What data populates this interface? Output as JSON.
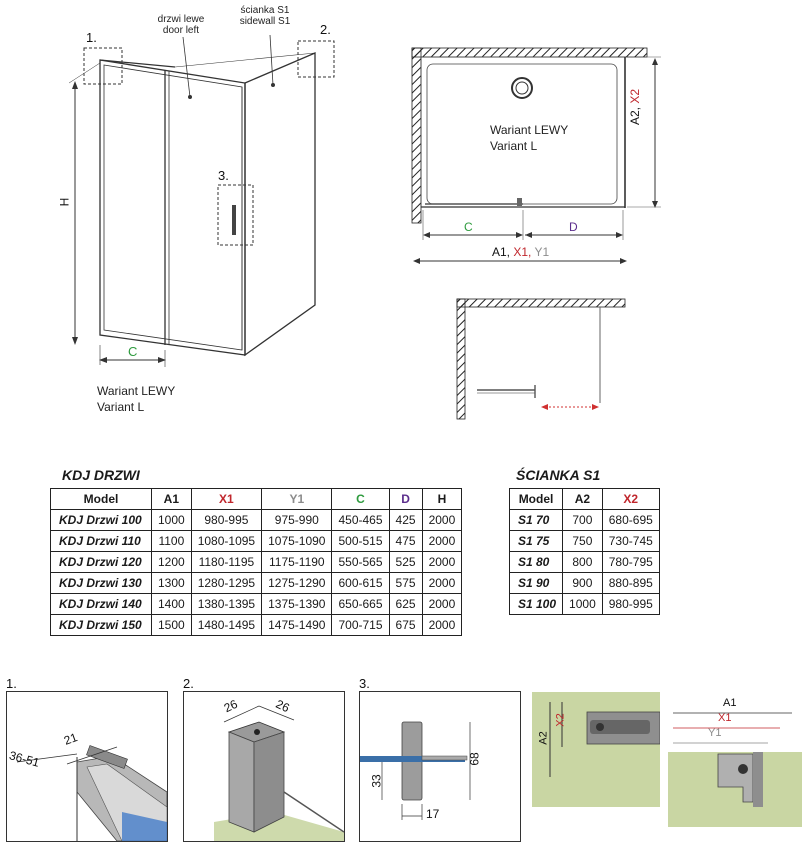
{
  "colors": {
    "c_green": "#2e9b3e",
    "d_purple": "#5b2d8c",
    "x_red": "#c0262c",
    "y_gray": "#8c8c8c",
    "wall_hatch": "#222222",
    "green_fill": "#c9d6a3",
    "dim_red_arrow": "#d03030"
  },
  "top_left": {
    "label_door": "drzwi lewe",
    "label_door_en": "door left",
    "label_sidewall": "ścianka S1",
    "label_sidewall_en": "sidewall S1",
    "marker_1": "1.",
    "marker_2": "2.",
    "marker_3": "3.",
    "dim_h": "H",
    "dim_c": "C",
    "variant_pl": "Wariant LEWY",
    "variant_en": "Variant L"
  },
  "top_right": {
    "variant_pl": "Wariant LEWY",
    "variant_en": "Variant L",
    "dim_c": "C",
    "dim_d": "D",
    "dim_a1": "A1,",
    "dim_x1": "X1,",
    "dim_y1": "Y1",
    "dim_a2": "A2,",
    "dim_x2": "X2"
  },
  "table_drzwi": {
    "title": "KDJ DRZWI",
    "headers": [
      "Model",
      "A1",
      "X1",
      "Y1",
      "C",
      "D",
      "H"
    ],
    "rows": [
      [
        "KDJ Drzwi 100",
        "1000",
        "980-995",
        "975-990",
        "450-465",
        "425",
        "2000"
      ],
      [
        "KDJ Drzwi 110",
        "1100",
        "1080-1095",
        "1075-1090",
        "500-515",
        "475",
        "2000"
      ],
      [
        "KDJ Drzwi 120",
        "1200",
        "1180-1195",
        "1175-1190",
        "550-565",
        "525",
        "2000"
      ],
      [
        "KDJ Drzwi 130",
        "1300",
        "1280-1295",
        "1275-1290",
        "600-615",
        "575",
        "2000"
      ],
      [
        "KDJ Drzwi 140",
        "1400",
        "1380-1395",
        "1375-1390",
        "650-665",
        "625",
        "2000"
      ],
      [
        "KDJ Drzwi 150",
        "1500",
        "1480-1495",
        "1475-1490",
        "700-715",
        "675",
        "2000"
      ]
    ]
  },
  "table_scianka": {
    "title": "ŚCIANKA S1",
    "headers": [
      "Model",
      "A2",
      "X2"
    ],
    "rows": [
      [
        "S1 70",
        "700",
        "680-695"
      ],
      [
        "S1 75",
        "750",
        "730-745"
      ],
      [
        "S1 80",
        "800",
        "780-795"
      ],
      [
        "S1 90",
        "900",
        "880-895"
      ],
      [
        "S1 100",
        "1000",
        "980-995"
      ]
    ]
  },
  "details": {
    "d1_label": "1.",
    "d1_dim_a": "21",
    "d1_dim_b": "36-51",
    "d2_label": "2.",
    "d2_dim_a": "26",
    "d2_dim_b": "26",
    "d3_label": "3.",
    "d3_dim_68": "68",
    "d3_dim_33": "33",
    "d3_dim_17": "17",
    "d4_a2": "A2",
    "d4_x2": "X2",
    "d5_a1": "A1",
    "d5_x1": "X1",
    "d5_y1": "Y1"
  }
}
